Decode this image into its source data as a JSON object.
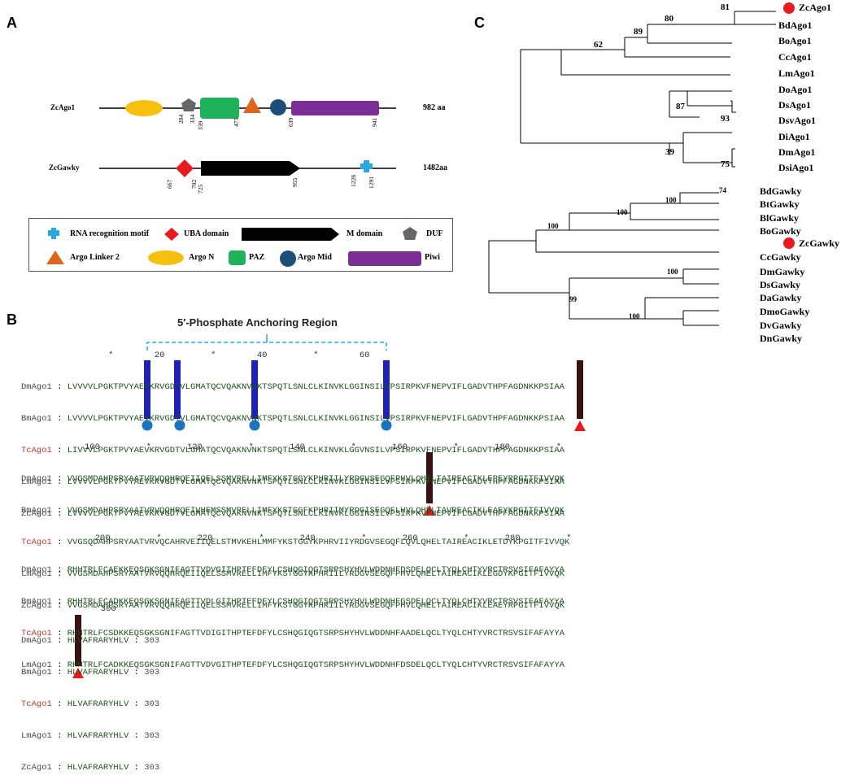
{
  "panels": {
    "a": "A",
    "b": "B",
    "c": "C"
  },
  "panel_a": {
    "proteins": [
      {
        "name": "ZcAgo1",
        "length": "982 aa",
        "positions": [
          "284",
          "334",
          "339",
          "475",
          "639",
          "941"
        ]
      },
      {
        "name": "ZcGawky",
        "length": "1482aa",
        "positions": [
          "667",
          "702",
          "725",
          "955",
          "1228",
          "1291"
        ]
      }
    ],
    "legend": [
      {
        "label": "RNA recognition motif",
        "color": "#29a8e0",
        "icon": "rrm-icon"
      },
      {
        "label": "UBA domain",
        "color": "#e8191f",
        "icon": "uba-diamond-icon"
      },
      {
        "label": "M domain",
        "color": "#000000",
        "icon": "m-domain-arrow-icon"
      },
      {
        "label": "DUF",
        "color": "#666666",
        "icon": "duf-pentagon-icon"
      },
      {
        "label": "Argo Linker 2",
        "color": "#e0651c",
        "icon": "argo-linker-triangle-icon"
      },
      {
        "label": "Argo N",
        "color": "#f6c10e",
        "icon": "argo-n-ellipse-icon"
      },
      {
        "label": "PAZ",
        "color": "#1fb25a",
        "icon": "paz-icon"
      },
      {
        "label": "Argo Mid",
        "color": "#1d4e7a",
        "icon": "argo-mid-circle-icon"
      },
      {
        "label": "Piwi",
        "color": "#7b2d98",
        "icon": "piwi-bar-icon"
      }
    ]
  },
  "panel_b": {
    "region_title": "5′-Phosphate Anchoring Region",
    "blocks": [
      {
        "ruler": "                 *        20         *        40         *        60",
        "rows": [
          {
            "name": "DmAgo1",
            "seq": "LVVVVLPGKTPVYAEVKRVGDTVLGMATQCVQAKNVNKTSPQTLSNLCLKINVKLGGINSILVPSIRPKVFNEPVIFLGADVTHPFAGDNKKPSIAA"
          },
          {
            "name": "BmAgo1",
            "seq": "LVVVVLPGKTPVYAEVKRVGDTVLGMATQCVQAKNVNKTSPQTLSNLCLKINVKLGGINSILVPSIRPKVFNEPVIFLGADVTHPFAGDNKKPSIAA"
          },
          {
            "name": "TcAgo1",
            "seq": "LIVVVLPGKTPVYAEVKRVGDTVLGMATQCVQAKNVNKTSPQTLSNLCLKINVKLGGVNSILVPSIRPKVFNEPVIFLGADVTHPFAGDNKKPSIAA"
          },
          {
            "name": "LmAgo1",
            "seq": "LVVVVLPGKTPVYAEVKRVGDTVLGMATQCVQAKNVNKTSPQTLSNLCLKINVKLGGINSILVPSIRPKVFNEPVIFLGADVTHPFAGDNKKPSIAA"
          },
          {
            "name": "ZcAgo1",
            "seq": "LVVVVLPGKTPVYAEVKRVGDTVLGMATQCVQAKNVNKTSPQTLSNLCLKINVKLGGINSILVPSIRPKVFNEPVIFLGADVTHPFAGDNKKPSIAA"
          }
        ]
      },
      {
        "ruler": "100         *       120         *       140         *       160         *       180         *",
        "rows": [
          {
            "name": "DmAgo1",
            "seq": "VVGSMDAHPSRYAATVRVQQHRQEIIQELSSMVRELLIMFYKSTGGYKPHRIILYRDGVSEGQFPHVLQHELTAIREACIKLEPEYRPGITFIVVQK"
          },
          {
            "name": "BmAgo1",
            "seq": "VVGSMDAHPSRYAATVRVQQHRQEIVHEMSSMVRELLIMFYKSTGGFKPHRIIMYRDGISEGQFLHVLQHELTAVREACIKLEAEYKPGITFIVVQK"
          },
          {
            "name": "TcAgo1",
            "seq": "VVGSQDAHPSRYAATVRVQCAHRVEIIQELSTMVKEHLMMFYKSTGGYKPHRVIIYRDGVSEGQFLQVLQHELTAIREACIKLETDYKPGITFIVVQK"
          },
          {
            "name": "LmAgo1",
            "seq": "VVGSMDAHPSRYAATVRVQQHRQEIIQELSSMVRELLIMFYKSTGGYKPHRIILYRDGVSEGQFPHVLQHELTAIREACIKLEGDYKPGITFIVVQK"
          },
          {
            "name": "ZcAgo1",
            "seq": "VVGSMDAHPSRYAATVRVQQHRQEIIQELSSMVRELLIMFYKSTGGYKPHRIILYRDGVSEGQFPHVLQHELTAIREACIKLEAEYRPGITFIVVQK"
          }
        ]
      },
      {
        "ruler": "  200         *       220         *       240         *       260         *       280         *",
        "rows": [
          {
            "name": "DmAgo1",
            "seq": "RHHTRLFCAEKKEQSGKSGNIFAGTTVDVGITHPTEFDFYLCSHQGIQGTSRPSHYHVLWDDNHFDSDELQCLTYQLCHTYVRCTRSVSIFAFAYYA"
          },
          {
            "name": "BmAgo1",
            "seq": "RHHTRLFCADKKEQSGKSGNIFAGTTVDLGITHPTEFDFYLCSHQGIQGTSRPSHYHVLWDDNHFGSDELQCLTYQLCHTYVRCTRSVSIFAFAYYA"
          },
          {
            "name": "TcAgo1",
            "seq": "RHHTRLFCSDKKEQSGKSGNIFAGTTVDIGITHPTEFDFYLCSHQGIQGTSRPSHYHVLWDDNHFAADELQCLTYQLCHTYVRCTRSVSIFAFAYYA"
          },
          {
            "name": "LmAgo1",
            "seq": "RHHTRLFCADKKEQSGKSGNIFAGTTVDVGITHPTEFDFYLCSHQGIQGTSRPSHYHVLWDDNHFDSDELQCLTYQLCHTYVRCTRSVSIFAFAYYA"
          }
        ]
      },
      {
        "ruler": "      300",
        "rows": [
          {
            "name": "DmAgo1",
            "seq": "HLVAFRARYHLV",
            "end": "303"
          },
          {
            "name": "BmAgo1",
            "seq": "HLVAFRARYHLV",
            "end": "303"
          },
          {
            "name": "TcAgo1",
            "seq": "HLVAFRARYHLV",
            "end": "303"
          },
          {
            "name": "LmAgo1",
            "seq": "HLVAFRARYHLV",
            "end": "303"
          },
          {
            "name": "ZcAgo1",
            "seq": "HLVAFRARYHLV",
            "end": "303"
          }
        ]
      }
    ]
  },
  "panel_c": {
    "ago_tree": {
      "leaves": [
        "ZcAgo1",
        "BdAgo1",
        "BoAgo1",
        "CcAgo1",
        "LmAgo1",
        "DoAgo1",
        "DsAgo1",
        "DsvAgo1",
        "DiAgo1",
        "DmAgo1",
        "DsiAgo1"
      ],
      "bootstraps": [
        "81",
        "80",
        "89",
        "62",
        "87",
        "93",
        "39",
        "75"
      ]
    },
    "gawky_tree": {
      "leaves": [
        "BdGawky",
        "BtGawky",
        "BlGawky",
        "BoGawky",
        "ZcGawky",
        "CcGawky",
        "DmGawky",
        "DsGawky",
        "DaGawky",
        "DmoGawky",
        "DvGawky",
        "DnGawky"
      ],
      "bootstraps": [
        "74",
        "100",
        "100",
        "100",
        "100",
        "99",
        "100"
      ]
    },
    "highlight_color": "#e8191f"
  }
}
